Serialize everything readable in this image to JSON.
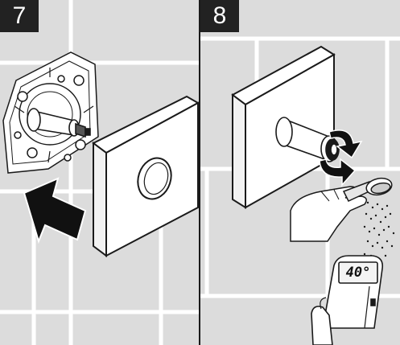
{
  "steps": [
    {
      "number": "7"
    },
    {
      "number": "8"
    }
  ],
  "thermometer": {
    "reading": "40°"
  },
  "colors": {
    "tile_background": "#dcdcdc",
    "grout": "#ffffff",
    "step_badge": "#222222",
    "outline": "#1a1a1a",
    "arrow": "#111111"
  },
  "icons": [
    "push-arrow-icon",
    "rotate-arrow-icon",
    "hand-icon",
    "shower-head-icon",
    "thermometer-icon"
  ]
}
